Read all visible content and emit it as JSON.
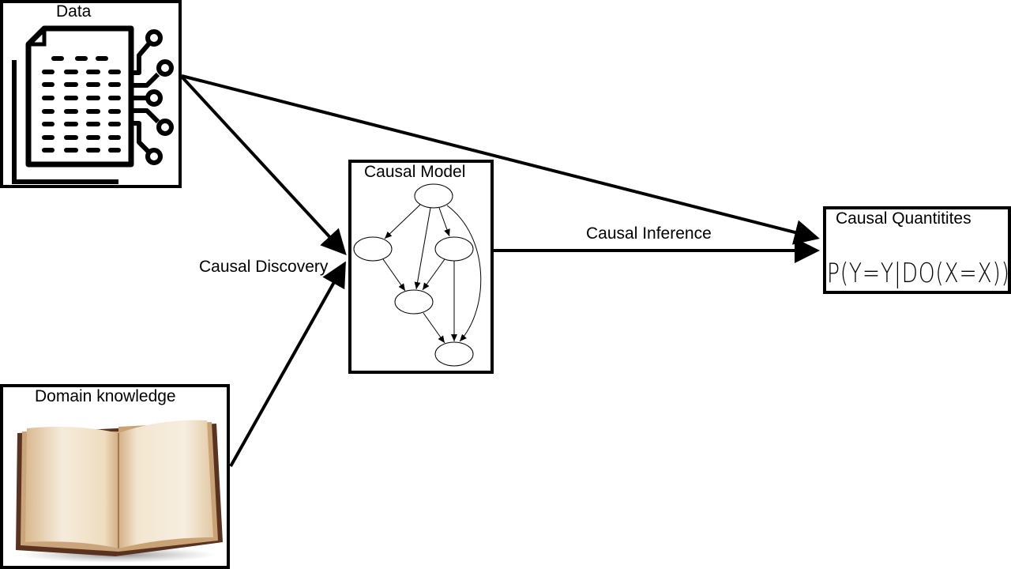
{
  "data_box": {
    "label": "Data"
  },
  "model_box": {
    "label": "Causal Model"
  },
  "domain_box": {
    "label": "Domain knowledge"
  },
  "quantities_box": {
    "label": "Causal Quantitites",
    "formula": "P(Y=Y|DO(X=X))"
  },
  "edges": {
    "discovery_label": "Causal Discovery",
    "inference_label": "Causal Inference"
  },
  "icons": [
    "data-document-icon",
    "open-book-icon",
    "causal-graph-icon"
  ]
}
